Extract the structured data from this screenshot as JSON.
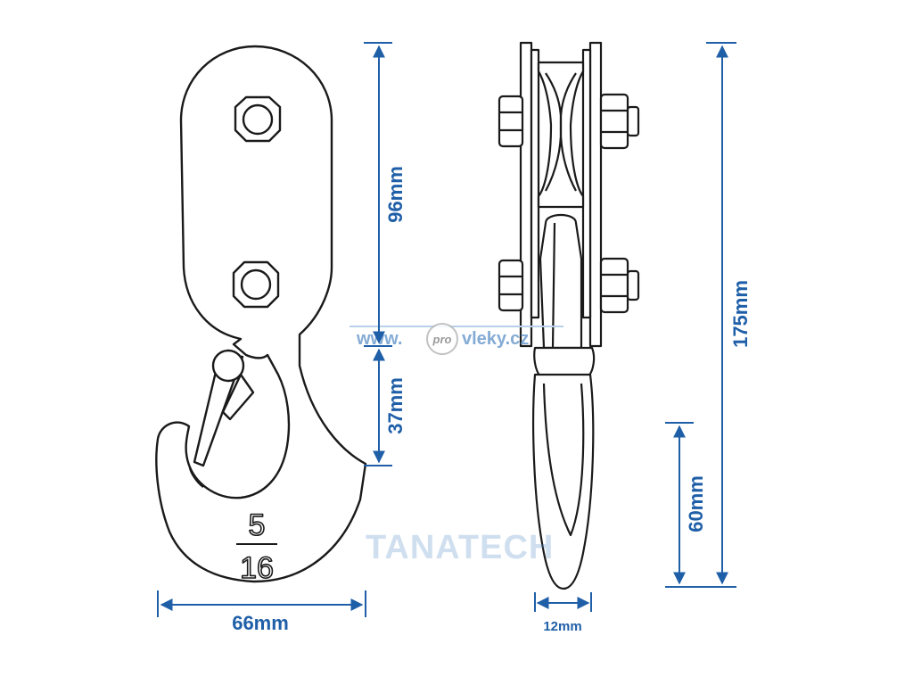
{
  "colors": {
    "dimension": "#1f5fa8",
    "outline": "#1a1a1a",
    "watermark_blue": "#5b8fc7",
    "watermark_gray": "#b8b8b8",
    "background": "#ffffff"
  },
  "dimensions": {
    "width": "66mm",
    "eye_height": "96mm",
    "hook_opening": "37mm",
    "total_height": "175mm",
    "hook_depth": "60mm",
    "thickness": "12mm"
  },
  "marking": {
    "numerator": "5",
    "denominator": "16"
  },
  "watermarks": {
    "site_prefix": "www.",
    "site_badge": "pro",
    "site_suffix": "vleky.cz",
    "brand": "TANATECH"
  }
}
